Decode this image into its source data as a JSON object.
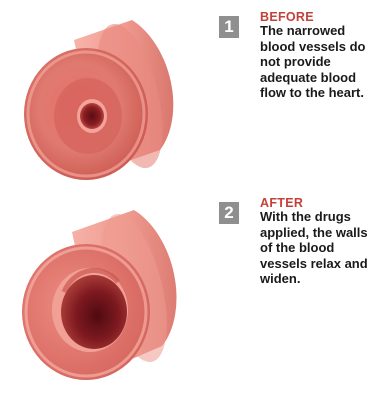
{
  "steps": [
    {
      "number": "1",
      "heading": "BEFORE",
      "text": "The narrowed blood vessels do not provide adequate blood flow to the heart."
    },
    {
      "number": "2",
      "heading": "AFTER",
      "text": "With the drugs applied, the walls of the blood vessels relax and widen."
    }
  ],
  "colors": {
    "accent": "#c4413a",
    "badge": "#8f8f8f",
    "vessel_outer": "#e8807a",
    "vessel_inner": "#7a1a1f"
  },
  "icons": {
    "narrowed": "narrowed-vessel-illustration",
    "widened": "widened-vessel-illustration"
  }
}
